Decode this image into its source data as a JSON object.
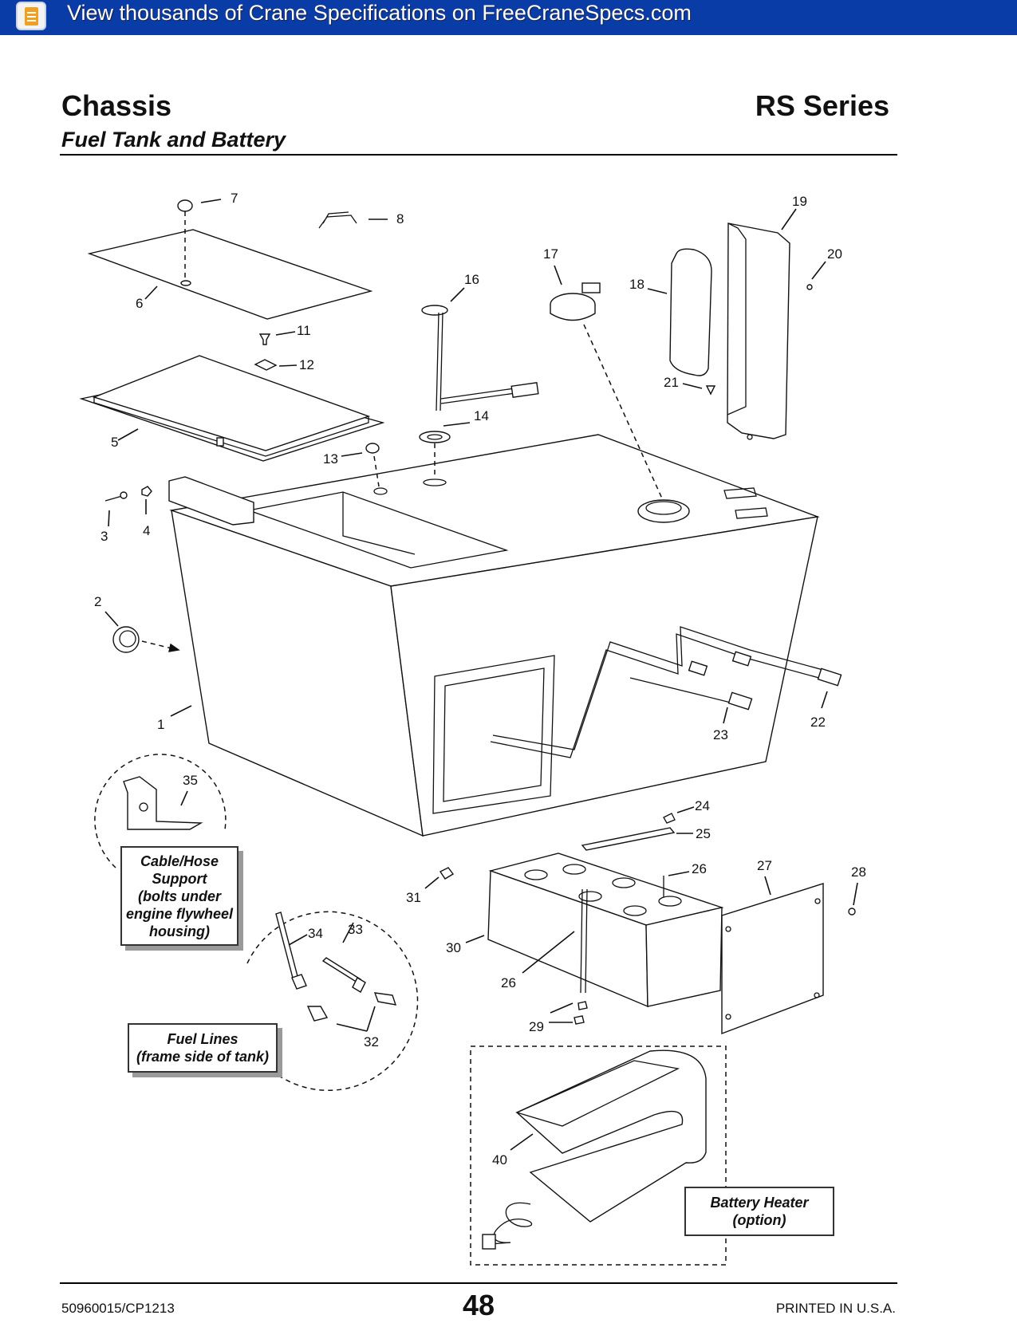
{
  "banner": {
    "text": "View thousands of Crane Specifications on FreeCraneSpecs.com",
    "icon": "document-icon"
  },
  "header": {
    "title": "Chassis",
    "series": "RS Series",
    "subtitle": "Fuel Tank and Battery"
  },
  "callouts": {
    "cable_hose": "Cable/Hose\nSupport\n(bolts under\nengine flywheel\nhousing)",
    "fuel_lines": "Fuel Lines\n(frame side of tank)",
    "battery_heater": "Battery Heater\n(option)"
  },
  "part_labels": {
    "p1": "1",
    "p2": "2",
    "p3": "3",
    "p4": "4",
    "p5": "5",
    "p6": "6",
    "p7": "7",
    "p8": "8",
    "p11": "11",
    "p12": "12",
    "p13": "13",
    "p14": "14",
    "p16": "16",
    "p17": "17",
    "p18": "18",
    "p19": "19",
    "p20": "20",
    "p21": "21",
    "p22": "22",
    "p23": "23",
    "p24": "24",
    "p25": "25",
    "p26a": "26",
    "p26b": "26",
    "p27": "27",
    "p28": "28",
    "p29": "29",
    "p30": "30",
    "p31": "31",
    "p32": "32",
    "p33": "33",
    "p34": "34",
    "p35": "35",
    "p40": "40"
  },
  "footer": {
    "doc_number": "50960015/CP1213",
    "page_number": "48",
    "printed": "PRINTED IN U.S.A."
  }
}
